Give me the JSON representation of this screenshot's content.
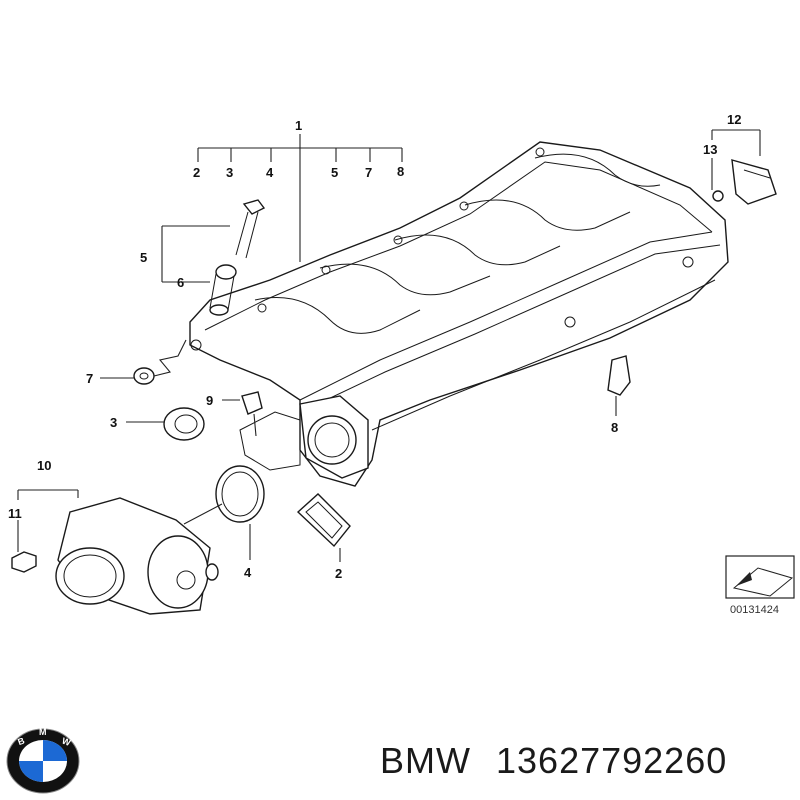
{
  "diagram": {
    "callouts": {
      "c1": "1",
      "c2a": "2",
      "c3a": "3",
      "c4a": "4",
      "c5a": "5",
      "c7a": "7",
      "c8a": "8",
      "c5b": "5",
      "c6": "6",
      "c7b": "7",
      "c9": "9",
      "c3b": "3",
      "c10": "10",
      "c11": "11",
      "c4b": "4",
      "c2b": "2",
      "c8b": "8",
      "c12": "12",
      "c13": "13"
    },
    "drawing_code": "00131424"
  },
  "caption": {
    "brand": "BMW",
    "part_number": "13627792260"
  },
  "logo": {
    "letters": "BMW",
    "colors": {
      "blue": "#1c69d4",
      "black": "#111111",
      "white": "#ffffff"
    }
  }
}
